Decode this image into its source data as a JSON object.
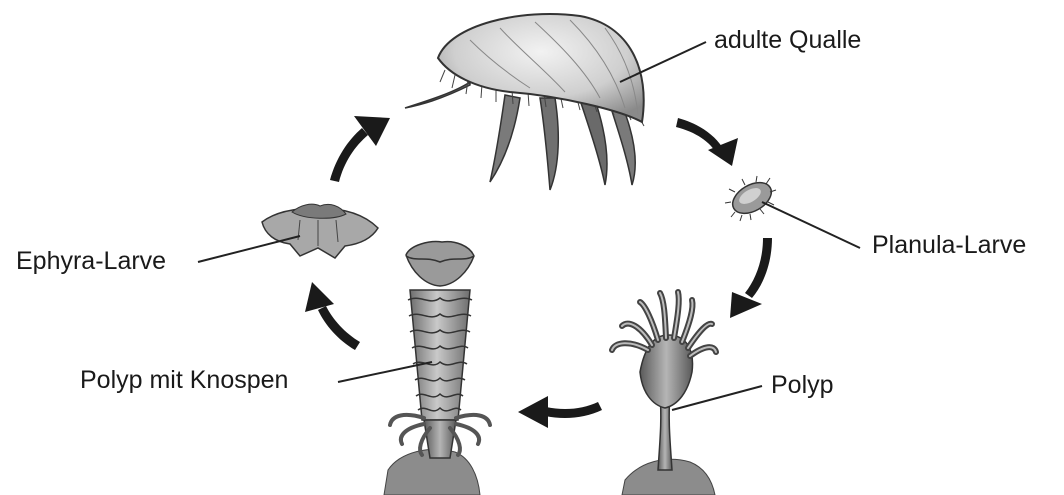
{
  "stages": {
    "adult": "adulte Qualle",
    "planula": "Planula-Larve",
    "polyp": "Polyp",
    "budding_polyp": "Polyp mit Knospen",
    "ephyra": "Ephyra-Larve"
  },
  "colors": {
    "ink": "#1a1a1a",
    "line": "#222222",
    "body_light": "#d9d9d9",
    "body_mid": "#9a9a9a",
    "body_dark": "#555555"
  }
}
